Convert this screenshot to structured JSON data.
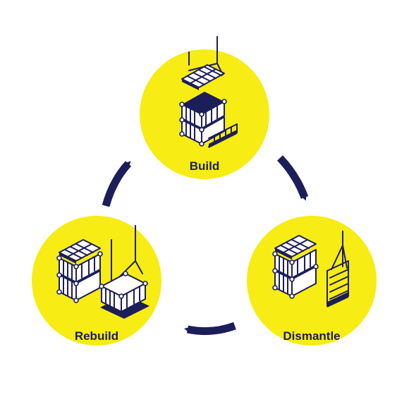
{
  "stages": [
    {
      "id": "build",
      "label": "Build"
    },
    {
      "id": "dismantle",
      "label": "Dismantle"
    },
    {
      "id": "rebuild",
      "label": "Rebuild"
    }
  ],
  "colors": {
    "circle_fill": "#f7ec13",
    "ink": "#1c1e5a",
    "background": "#ffffff"
  },
  "icons": {
    "build": "crane-lifting-solar-panel-onto-container-stack-icon",
    "dismantle": "container-stack-with-lifted-stairs-icon",
    "rebuild": "container-stack-with-lifted-container-icon"
  }
}
